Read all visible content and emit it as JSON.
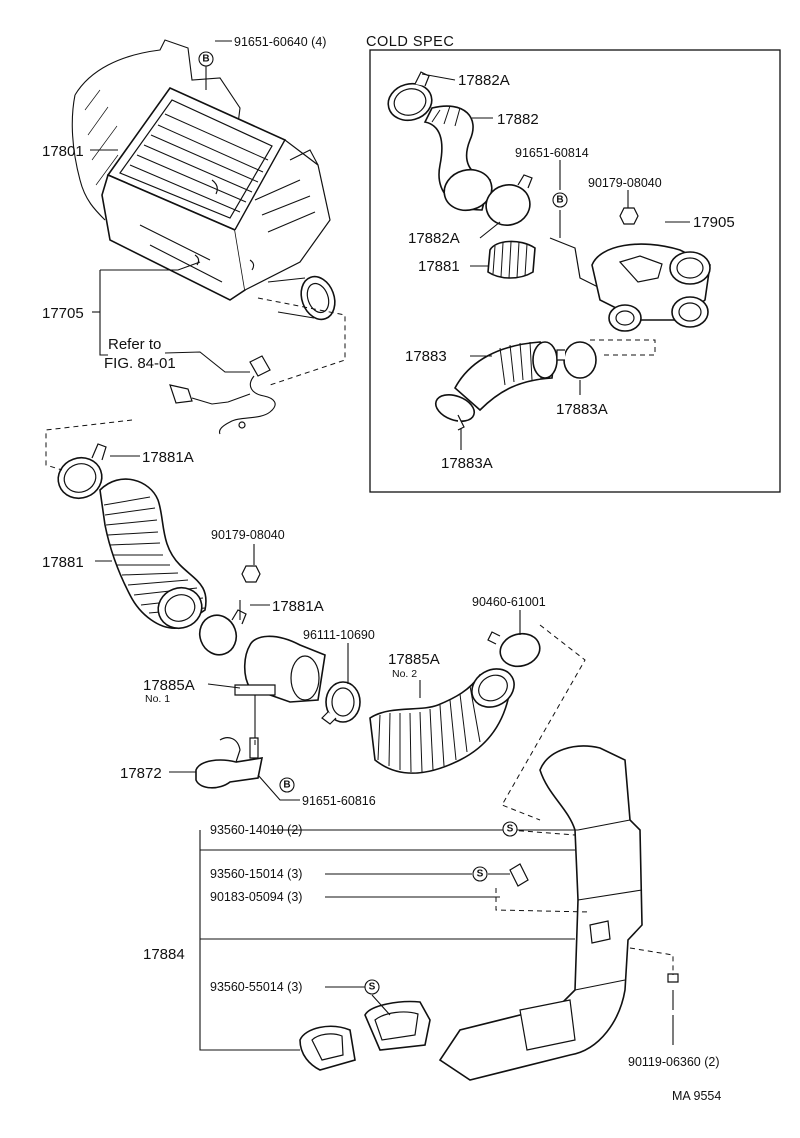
{
  "diagram": {
    "cold_spec_title": "COLD SPEC",
    "refer_line1": "Refer to",
    "refer_line2": "FIG. 84-01",
    "drawing_number": "MA  9554",
    "labels": {
      "p17801": "17801",
      "p17705": "17705",
      "p91651_60640": "91651-60640 (4)",
      "p17882A_top": "17882A",
      "p17882": "17882",
      "p91651_60814": "91651-60814",
      "p90179_08040_top": "90179-08040",
      "p17905": "17905",
      "p17882A_mid": "17882A",
      "p17881_cold": "17881",
      "p17883": "17883",
      "p17883A_right": "17883A",
      "p17883A_bottom": "17883A",
      "p17881A_top": "17881A",
      "p17881": "17881",
      "p90179_08040": "90179-08040",
      "p17881A_mid": "17881A",
      "p96111_10690": "96111-10690",
      "p17885A_no2": "17885A",
      "no2": "No. 2",
      "p90460_61001": "90460-61001",
      "p17885A_no1": "17885A",
      "no1": "No. 1",
      "p17872": "17872",
      "p91651_60816": "91651-60816",
      "p93560_14010": "93560-14010 (2)",
      "p93560_15014": "93560-15014 (3)",
      "p90183_05094": "90183-05094 (3)",
      "p17884": "17884",
      "p93560_55014": "93560-55014 (3)",
      "p90119_06360": "90119-06360 (2)"
    },
    "symbols": {
      "bolt_marker": "B",
      "screw_marker": "S"
    }
  }
}
